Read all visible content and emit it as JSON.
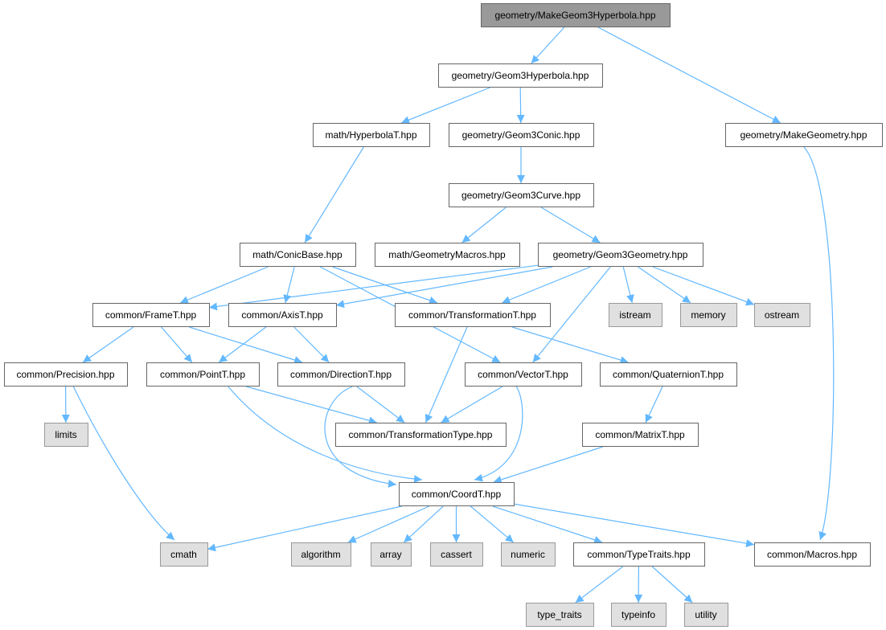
{
  "diagram": {
    "nodes": [
      {
        "id": "n_root",
        "label": "geometry/MakeGeom3Hyperbola.hpp",
        "kind": "root"
      },
      {
        "id": "n_g3h",
        "label": "geometry/Geom3Hyperbola.hpp",
        "kind": "normal"
      },
      {
        "id": "n_mg",
        "label": "geometry/MakeGeometry.hpp",
        "kind": "normal"
      },
      {
        "id": "n_hypT",
        "label": "math/HyperbolaT.hpp",
        "kind": "normal"
      },
      {
        "id": "n_g3conic",
        "label": "geometry/Geom3Conic.hpp",
        "kind": "normal"
      },
      {
        "id": "n_g3curve",
        "label": "geometry/Geom3Curve.hpp",
        "kind": "normal"
      },
      {
        "id": "n_conicbase",
        "label": "math/ConicBase.hpp",
        "kind": "normal"
      },
      {
        "id": "n_geommacros",
        "label": "math/GeometryMacros.hpp",
        "kind": "normal"
      },
      {
        "id": "n_g3geom",
        "label": "geometry/Geom3Geometry.hpp",
        "kind": "normal"
      },
      {
        "id": "n_frameT",
        "label": "common/FrameT.hpp",
        "kind": "normal"
      },
      {
        "id": "n_axisT",
        "label": "common/AxisT.hpp",
        "kind": "normal"
      },
      {
        "id": "n_transT",
        "label": "common/TransformationT.hpp",
        "kind": "normal"
      },
      {
        "id": "n_istream",
        "label": "istream",
        "kind": "system"
      },
      {
        "id": "n_memory",
        "label": "memory",
        "kind": "system"
      },
      {
        "id": "n_ostream",
        "label": "ostream",
        "kind": "system"
      },
      {
        "id": "n_precision",
        "label": "common/Precision.hpp",
        "kind": "normal"
      },
      {
        "id": "n_pointT",
        "label": "common/PointT.hpp",
        "kind": "normal"
      },
      {
        "id": "n_dirT",
        "label": "common/DirectionT.hpp",
        "kind": "normal"
      },
      {
        "id": "n_vectorT",
        "label": "common/VectorT.hpp",
        "kind": "normal"
      },
      {
        "id": "n_quatT",
        "label": "common/QuaternionT.hpp",
        "kind": "normal"
      },
      {
        "id": "n_limits",
        "label": "limits",
        "kind": "system"
      },
      {
        "id": "n_transType",
        "label": "common/TransformationType.hpp",
        "kind": "normal"
      },
      {
        "id": "n_matrixT",
        "label": "common/MatrixT.hpp",
        "kind": "normal"
      },
      {
        "id": "n_coordT",
        "label": "common/CoordT.hpp",
        "kind": "normal"
      },
      {
        "id": "n_cmath",
        "label": "cmath",
        "kind": "system"
      },
      {
        "id": "n_algorithm",
        "label": "algorithm",
        "kind": "system"
      },
      {
        "id": "n_array",
        "label": "array",
        "kind": "system"
      },
      {
        "id": "n_cassert",
        "label": "cassert",
        "kind": "system"
      },
      {
        "id": "n_numeric",
        "label": "numeric",
        "kind": "system"
      },
      {
        "id": "n_typetraitsH",
        "label": "common/TypeTraits.hpp",
        "kind": "normal"
      },
      {
        "id": "n_macros",
        "label": "common/Macros.hpp",
        "kind": "normal"
      },
      {
        "id": "n_type_traits",
        "label": "type_traits",
        "kind": "system"
      },
      {
        "id": "n_typeinfo",
        "label": "typeinfo",
        "kind": "system"
      },
      {
        "id": "n_utility",
        "label": "utility",
        "kind": "system"
      }
    ],
    "edges": [
      {
        "from": "n_root",
        "to": "n_g3h"
      },
      {
        "from": "n_root",
        "to": "n_mg"
      },
      {
        "from": "n_g3h",
        "to": "n_hypT"
      },
      {
        "from": "n_g3h",
        "to": "n_g3conic"
      },
      {
        "from": "n_mg",
        "to": "n_macros"
      },
      {
        "from": "n_hypT",
        "to": "n_conicbase"
      },
      {
        "from": "n_g3conic",
        "to": "n_g3curve"
      },
      {
        "from": "n_g3curve",
        "to": "n_geommacros"
      },
      {
        "from": "n_g3curve",
        "to": "n_g3geom"
      },
      {
        "from": "n_conicbase",
        "to": "n_frameT"
      },
      {
        "from": "n_conicbase",
        "to": "n_axisT"
      },
      {
        "from": "n_conicbase",
        "to": "n_transT"
      },
      {
        "from": "n_conicbase",
        "to": "n_vectorT"
      },
      {
        "from": "n_g3geom",
        "to": "n_frameT"
      },
      {
        "from": "n_g3geom",
        "to": "n_axisT"
      },
      {
        "from": "n_g3geom",
        "to": "n_transT"
      },
      {
        "from": "n_g3geom",
        "to": "n_vectorT"
      },
      {
        "from": "n_g3geom",
        "to": "n_istream"
      },
      {
        "from": "n_g3geom",
        "to": "n_memory"
      },
      {
        "from": "n_g3geom",
        "to": "n_ostream"
      },
      {
        "from": "n_frameT",
        "to": "n_precision"
      },
      {
        "from": "n_frameT",
        "to": "n_pointT"
      },
      {
        "from": "n_frameT",
        "to": "n_dirT"
      },
      {
        "from": "n_axisT",
        "to": "n_pointT"
      },
      {
        "from": "n_axisT",
        "to": "n_dirT"
      },
      {
        "from": "n_transT",
        "to": "n_quatT"
      },
      {
        "from": "n_transT",
        "to": "n_transType"
      },
      {
        "from": "n_precision",
        "to": "n_limits"
      },
      {
        "from": "n_precision",
        "to": "n_cmath"
      },
      {
        "from": "n_pointT",
        "to": "n_transType"
      },
      {
        "from": "n_pointT",
        "to": "n_coordT"
      },
      {
        "from": "n_dirT",
        "to": "n_transType"
      },
      {
        "from": "n_dirT",
        "to": "n_coordT"
      },
      {
        "from": "n_vectorT",
        "to": "n_transType"
      },
      {
        "from": "n_vectorT",
        "to": "n_coordT"
      },
      {
        "from": "n_quatT",
        "to": "n_matrixT"
      },
      {
        "from": "n_matrixT",
        "to": "n_coordT"
      },
      {
        "from": "n_coordT",
        "to": "n_cmath"
      },
      {
        "from": "n_coordT",
        "to": "n_algorithm"
      },
      {
        "from": "n_coordT",
        "to": "n_array"
      },
      {
        "from": "n_coordT",
        "to": "n_cassert"
      },
      {
        "from": "n_coordT",
        "to": "n_numeric"
      },
      {
        "from": "n_coordT",
        "to": "n_typetraitsH"
      },
      {
        "from": "n_coordT",
        "to": "n_macros"
      },
      {
        "from": "n_typetraitsH",
        "to": "n_type_traits"
      },
      {
        "from": "n_typetraitsH",
        "to": "n_typeinfo"
      },
      {
        "from": "n_typetraitsH",
        "to": "n_utility"
      }
    ]
  }
}
